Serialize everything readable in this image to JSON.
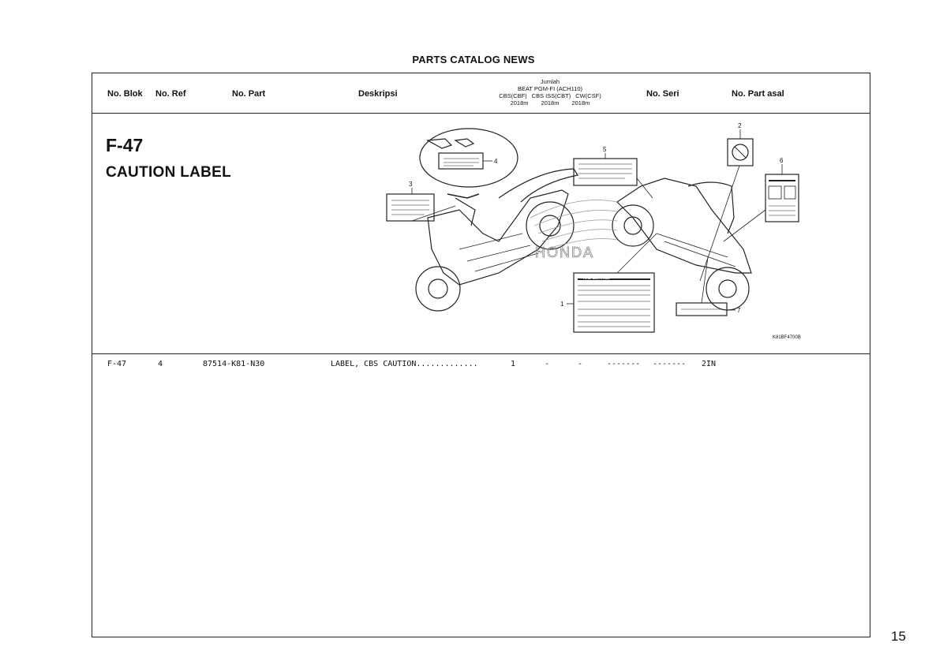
{
  "catalog_title": "PARTS CATALOG NEWS",
  "header": {
    "no_blok": "No. Blok",
    "no_ref": "No. Ref",
    "no_part": "No. Part",
    "deskripsi": "Deskripsi",
    "jumlah": "Jumlah",
    "model": "BEAT PGM-FI (ACH110)",
    "variants": [
      {
        "code": "CBS(CBF)",
        "year": "2018m"
      },
      {
        "code": "CBS ISS(CBT)",
        "year": "2018m"
      },
      {
        "code": "CW(CSF)",
        "year": "2018m"
      }
    ],
    "no_seri": "No. Seri",
    "no_part_asal": "No. Part asal"
  },
  "block": {
    "code": "F-47",
    "name": "CAUTION LABEL"
  },
  "diagram": {
    "callouts": [
      "1",
      "2",
      "3",
      "4",
      "5",
      "6",
      "7"
    ],
    "brand_mark": "HONDA",
    "label_1_title": "TIRE SERVICE",
    "figure_code": "K81BF4700B"
  },
  "parts": [
    {
      "blok": "F-47",
      "ref": "4",
      "part_no": "87514-K81-N30",
      "description": "LABEL, CBS CAUTION.............",
      "qty": [
        "1",
        "-",
        "-"
      ],
      "seri_from": "-------",
      "seri_to": "-------",
      "part_asal": "2IN"
    }
  ],
  "page_number": "15"
}
